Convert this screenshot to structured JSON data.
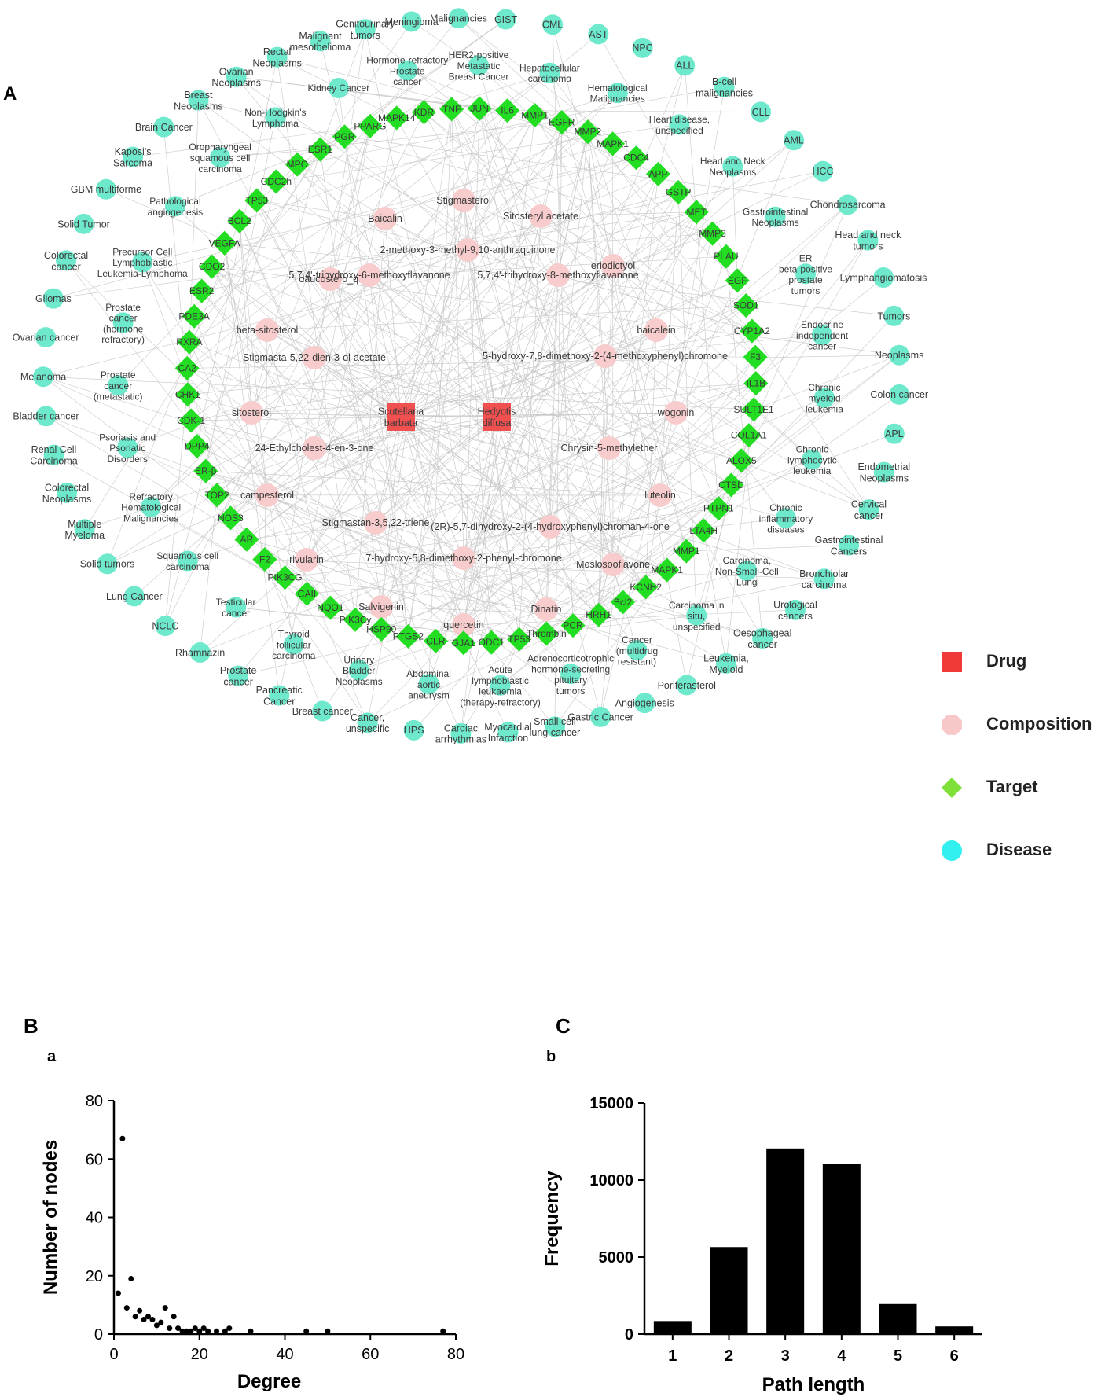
{
  "panels": {
    "A": "A",
    "B": "B",
    "C": "C",
    "a": "a",
    "b": "b"
  },
  "legend": [
    {
      "label": "Drug",
      "shape": "square",
      "color": "#f03a3a"
    },
    {
      "label": "Composition",
      "shape": "octagon",
      "color": "#f8c8c8"
    },
    {
      "label": "Target",
      "shape": "diamond",
      "color": "#7fe03a"
    },
    {
      "label": "Disease",
      "shape": "circle",
      "color": "#33f0f0"
    }
  ],
  "network": {
    "colors": {
      "drug": "#f05050",
      "composition": "#f8cccc",
      "target": "#22dd22",
      "disease": "#6ee9cc",
      "edge": "#c8c8c8"
    },
    "drugs": [
      "Scutellaria barbata",
      "Hedyotis diffusa"
    ],
    "compositions": [
      "Stigmasterol",
      "Baicalin",
      "Sitosteryl acetate",
      "2-methoxy-3-methyl-9,10-anthraquinone",
      "daucostero_qt",
      "eriodictyol",
      "5,7,4'-trihydroxy-6-methoxyflavanone",
      "5,7,4'-trihydroxy-8-methoxyflavanone",
      "beta-sitosterol",
      "baicalein",
      "Stigmasta-5,22-dien-3-ol-acetate",
      "5-hydroxy-7,8-dimethoxy-2-(4-methoxyphenyl)chromone",
      "sitosterol",
      "wogonin",
      "24-Ethylcholest-4-en-3-one",
      "Chrysin-5-methylether",
      "campesterol",
      "luteolin",
      "Stigmastan-3,5,22-triene",
      "(2R)-5,7-dihydroxy-2-(4-hydroxyphenyl)chroman-4-one",
      "rivularin",
      "7-hydroxy-5,8-dimethoxy-2-phenyl-chromone",
      "Moslosooflavone",
      "Salvigenin",
      "Dinatin",
      "quercetin"
    ],
    "targets": [
      "TNF",
      "JUN",
      "IL6",
      "MMP1",
      "EGFR",
      "MMP2",
      "MAPK1",
      "CDC4",
      "APP",
      "GSTP",
      "MET",
      "MMP3",
      "PLAU",
      "EGF",
      "SOD1",
      "CYP1A2",
      "F3",
      "IL1B",
      "SULT1E1",
      "COL1A1",
      "ALOX5",
      "CTSD",
      "PTPN1",
      "LTA4H",
      "MMP1",
      "MAPK1",
      "KCNH2",
      "Bcl2",
      "HRH1",
      "PCR",
      "Thrombin",
      "TP53",
      "ODC1",
      "GJA1",
      "CLR",
      "PTGS2",
      "HSP90",
      "PIK3Cy",
      "NQO1",
      "CAII",
      "PIK3CG",
      "F2",
      "AR",
      "NOS3",
      "TOP2",
      "ER-β",
      "DPP4",
      "CDK-1",
      "CHK1",
      "CA2",
      "RXRA",
      "PDE3A",
      "ESR2",
      "CDO2",
      "VEGFA",
      "BCL2",
      "TP53",
      "CDC2h",
      "MPO",
      "ESR1",
      "PGR",
      "PPARG",
      "MAPK14",
      "KDR"
    ],
    "diseases": [
      "GIST",
      "CML",
      "AST",
      "NPC",
      "ALL",
      "B-cell malignancies",
      "CLL",
      "AML",
      "HCC",
      "Chondrosarcoma",
      "Head and neck tumors",
      "Lymphangiomatosis",
      "Tumors",
      "Neoplasms",
      "Colon cancer",
      "APL",
      "Endometrial Neoplasms",
      "Cervical cancer",
      "Gastrointestinal Cancers",
      "Bronchiolar carcinoma",
      "Urological cancers",
      "Oesophageal cancer",
      "Leukemia, Myeloid",
      "Poriferasterol",
      "Angiogenesis",
      "Gastric Cancer",
      "Small cell lung cancer",
      "Myocardial Infarction",
      "Cardiac arrhythmias",
      "HPS",
      "Cancer, unspecific",
      "Breast cancer",
      "Pancreatic Cancer",
      "Prostate cancer",
      "Rhamnazin",
      "NCLC",
      "Lung Cancer",
      "Solid tumors",
      "Multiple Myeloma",
      "Colorectal Neoplasms",
      "Renal Cell Carcinoma",
      "Bladder cancer",
      "Melanoma",
      "Ovarian cancer",
      "Gliomas",
      "Colorectal cancer",
      "Solid Tumor",
      "GBM multiforme",
      "Kaposi's Sarcoma",
      "Brain Cancer",
      "Breast Neoplasms",
      "Ovarian Neoplasms",
      "Rectal Neoplasms",
      "Malignant mesothelioma",
      "Genitourinary tumors",
      "Meningioma",
      "Malignancies"
    ],
    "inner_diseases": [
      "HER2-positive Metastatic Breast Cancer",
      "Hepatocellular carcinoma",
      "Hematological Malignancies",
      "Heart disease, unspecified",
      "Head and Neck Neoplasms",
      "Gastrointestinal Neoplasms",
      "ER beta-positive prostate tumors",
      "Endocrine independent cancer",
      "Chronic myeloid leukemia",
      "Chronic lymphocytic leukemia",
      "Chronic inflammatory diseases",
      "Carcinoma, Non-Small-Cell Lung",
      "Carcinoma in situ, unspecified",
      "Cancer (multidrug resistant)",
      "Adrenocorticotrophic hormone-secreting pituitary tumors",
      "Acute lymphoblastic leukaemia (therapy-refractory)",
      "Abdominal aortic aneurysm",
      "Urinary Bladder Neoplasms",
      "Thyroid follicular carcinoma",
      "Testicular cancer",
      "Squamous cell carcinoma",
      "Refractory Hematological Malignancies",
      "Psoriasis and Psoriatic Disorders",
      "Prostate cancer (metastatic)",
      "Prostate cancer (hormone refractory)",
      "Precursor Cell Lymphoblastic Leukemia-Lymphoma",
      "Pathological angiogenesis",
      "Oropharyngeal squamous cell carcinoma",
      "Non-Hodgkin's Lymphoma",
      "Kidney Cancer",
      "Hormone-refractory Prostate cancer"
    ]
  },
  "chart_data": [
    {
      "type": "scatter",
      "xlabel": "Degree",
      "ylabel": "Number of nodes",
      "xlim": [
        0,
        80
      ],
      "ylim": [
        0,
        80
      ],
      "xticks": [
        0,
        20,
        40,
        60,
        80
      ],
      "yticks": [
        0,
        20,
        40,
        60,
        80
      ],
      "x": [
        1,
        2,
        3,
        4,
        5,
        6,
        7,
        8,
        9,
        10,
        11,
        12,
        13,
        14,
        15,
        16,
        17,
        18,
        19,
        20,
        21,
        22,
        24,
        26,
        27,
        32,
        45,
        50,
        77
      ],
      "y": [
        14,
        67,
        9,
        19,
        6,
        8,
        5,
        6,
        5,
        3,
        4,
        9,
        2,
        6,
        2,
        1,
        1,
        1,
        2,
        1,
        2,
        1,
        1,
        1,
        2,
        1,
        1,
        1,
        1
      ]
    },
    {
      "type": "bar",
      "xlabel": "Path length",
      "ylabel": "Frequency",
      "categories": [
        "1",
        "2",
        "3",
        "4",
        "5",
        "6"
      ],
      "values": [
        850,
        5650,
        12050,
        11050,
        1950,
        500
      ],
      "ylim": [
        0,
        15000
      ],
      "yticks": [
        0,
        5000,
        10000,
        15000
      ]
    }
  ]
}
